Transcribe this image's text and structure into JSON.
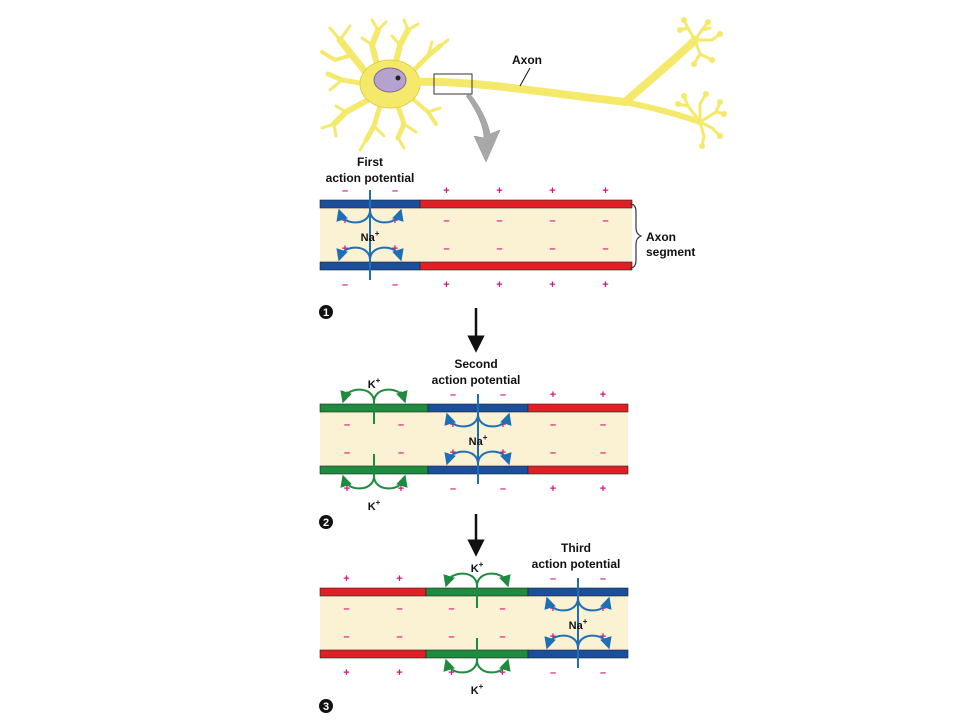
{
  "colors": {
    "background": "#ffffff",
    "neuron": "#f5e96b",
    "neuron_outline": "#c9b64a",
    "nucleus": "#b6a2cf",
    "axon_fill": "#fbf1d3",
    "resting": "#e02025",
    "depolarized": "#1b4f9c",
    "repolarized": "#1e8b3e",
    "charge": "#d6167e",
    "na_arrow": "#1f6fb5",
    "k_arrow": "#1e8b3e",
    "pointer_arrow": "#a8a8a8"
  },
  "neuron": {
    "axon_label": "Axon",
    "icon": "neuron-illustration"
  },
  "segment_label": {
    "line1": "Axon",
    "line2": "segment"
  },
  "ions": {
    "sodium": "Na",
    "potassium": "K",
    "charge_sup": "+"
  },
  "charges": {
    "plus": "+",
    "minus": "–"
  },
  "panels": [
    {
      "step": "1",
      "title_line1": "First",
      "title_line2": "action potential",
      "states": [
        "depolarized",
        "resting",
        "resting",
        "resting"
      ]
    },
    {
      "step": "2",
      "title_line1": "Second",
      "title_line2": "action potential",
      "states": [
        "repolarized",
        "depolarized",
        "resting"
      ]
    },
    {
      "step": "3",
      "title_line1": "Third",
      "title_line2": "action potential",
      "states": [
        "resting",
        "repolarized",
        "depolarized"
      ]
    }
  ]
}
